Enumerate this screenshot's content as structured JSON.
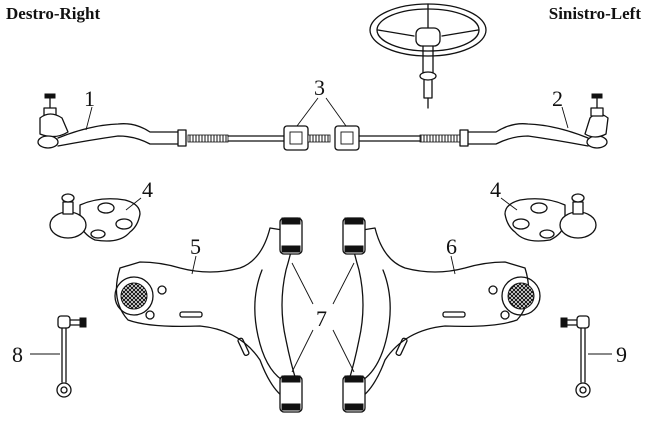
{
  "header": {
    "left_label": "Destro-Right",
    "right_label": "Sinistro-Left"
  },
  "callouts": [
    "1",
    "2",
    "3",
    "4",
    "4",
    "5",
    "6",
    "7",
    "8",
    "9"
  ]
}
